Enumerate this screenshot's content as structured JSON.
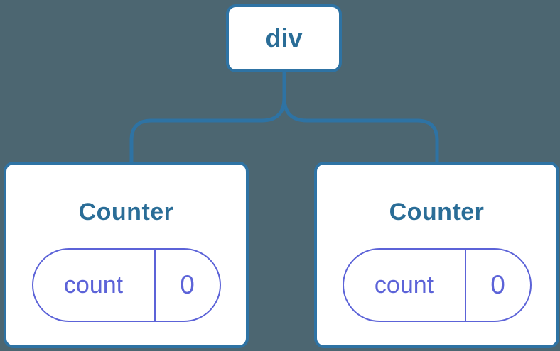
{
  "diagram": {
    "background_color": "#4c6671",
    "accent_blue": "#2e73a4",
    "text_blue": "#2a6d97",
    "accent_purple": "#5c63d8",
    "root": {
      "label": "div"
    },
    "children": [
      {
        "title": "Counter",
        "state": {
          "key": "count",
          "value": "0"
        }
      },
      {
        "title": "Counter",
        "state": {
          "key": "count",
          "value": "0"
        }
      }
    ]
  }
}
